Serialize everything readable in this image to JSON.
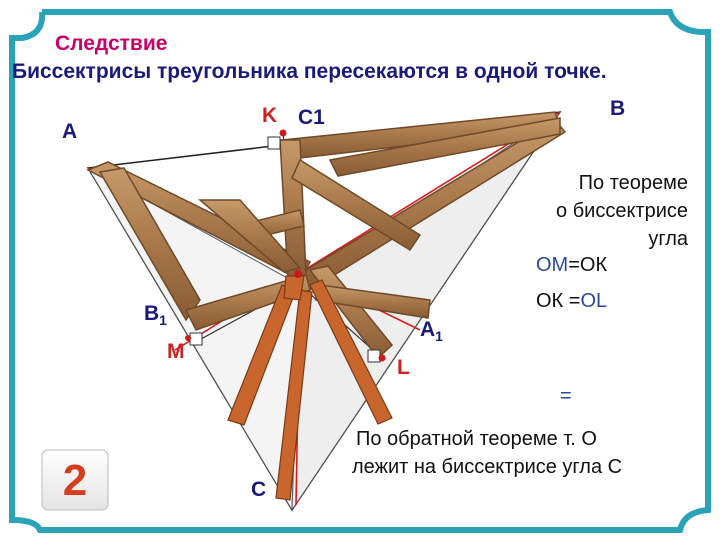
{
  "title": {
    "line1": "Следствие",
    "line2": "Биссектрисы треугольника пересекаются в одной точке."
  },
  "labels": {
    "A": "А",
    "B": "В",
    "C": "С",
    "K": "K",
    "C1": "С1",
    "B1_base": "В",
    "B1_sub": "1",
    "A1_base": "А",
    "A1_sub": "1",
    "M": "М",
    "L": "L"
  },
  "proof": {
    "line1": "По теореме",
    "line2": "о биссектрисе",
    "line3": "угла",
    "eq1_a": "ОМ",
    "eq1_b": "=ОК",
    "eq2_a": "ОК =",
    "eq2_b": "OL",
    "equals": "=",
    "conclusion1": "По обратной теореме т. О",
    "conclusion2": "лежит на биссектрисе угла С"
  },
  "badge": "2",
  "colors": {
    "frame": "#2aa3b8",
    "wood": "#a8774a",
    "wood_dark": "#6e4a28",
    "orange_beam": "#c8662e",
    "bisector": "#dd1a1a",
    "point": "#cc1a1a",
    "title_accent": "#cc0066",
    "navy": "#1a1a7a"
  }
}
